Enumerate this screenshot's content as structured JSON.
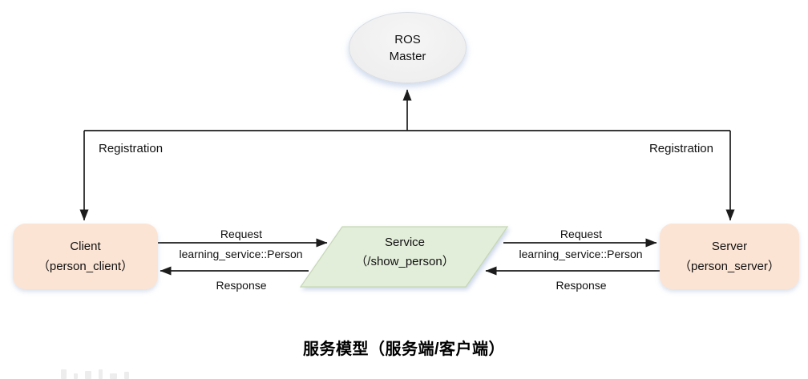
{
  "colors": {
    "node_fill": "#fce4d4",
    "service_fill": "#e3eeda",
    "master_fill": "#efefef",
    "line": "#1c1c1c"
  },
  "diagram": {
    "master": {
      "title_line1": "ROS",
      "title_line2": "Master"
    },
    "client": {
      "title": "Client",
      "subtitle": "（person_client）"
    },
    "server": {
      "title": "Server",
      "subtitle": "（person_server）"
    },
    "service": {
      "title": "Service",
      "subtitle": "（/show_person）"
    },
    "edges": {
      "registration_left": "Registration",
      "registration_right": "Registration",
      "client_service": {
        "request": "Request",
        "message_type": "learning_service::Person",
        "response": "Response"
      },
      "service_server": {
        "request": "Request",
        "message_type": "learning_service::Person",
        "response": "Response"
      }
    },
    "caption": "服务模型（服务端/客户端）"
  }
}
